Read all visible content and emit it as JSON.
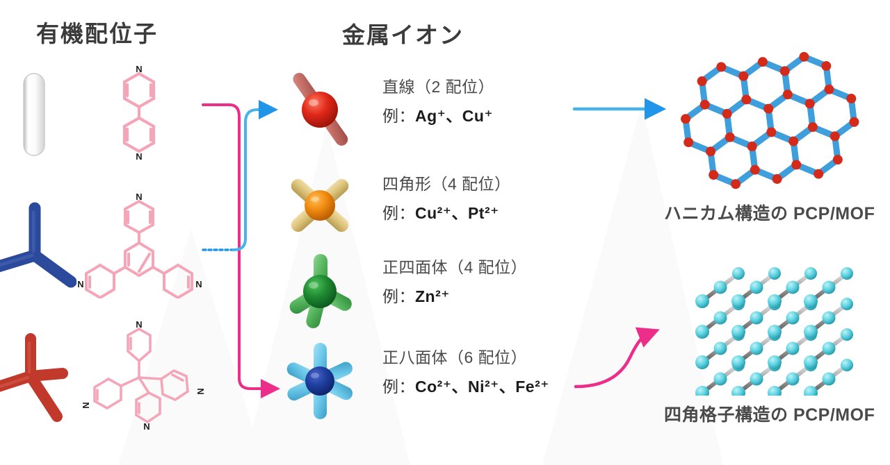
{
  "headings": {
    "ligand": "有機配位子",
    "metal": "金属イオン"
  },
  "metal_ions": [
    {
      "id": "linear",
      "geometry": "直線（2 配位）",
      "example_prefix": "例：",
      "examples": "Ag⁺、Cu⁺",
      "color": "#d8281c",
      "rod_color": "#c4706a",
      "glyph": "linear-metal-node-icon"
    },
    {
      "id": "square-planar",
      "geometry": "四角形（4 配位）",
      "example_prefix": "例：",
      "examples": "Cu²⁺、Pt²⁺",
      "color": "#ef8b12",
      "rod_color": "#e3c77e",
      "glyph": "square-planar-metal-node-icon"
    },
    {
      "id": "tetrahedral",
      "geometry": "正四面体（4 配位）",
      "example_prefix": "例：",
      "examples": "Zn²⁺",
      "color": "#1e7a34",
      "rod_color": "#5fbd6a",
      "glyph": "tetrahedral-metal-node-icon"
    },
    {
      "id": "octahedral",
      "geometry": "正八面体（6 配位）",
      "example_prefix": "例：",
      "examples": "Co²⁺、Ni²⁺、Fe²⁺",
      "color": "#1b3f9e",
      "rod_color": "#63c4e8",
      "glyph": "octahedral-metal-node-icon"
    }
  ],
  "ligands": [
    {
      "id": "linear-rod",
      "glyph": "linear-ligand-rod-icon",
      "color": "#e8e8e8"
    },
    {
      "id": "bipyridine",
      "glyph": "bipyridine-molecule-icon",
      "color": "#f4a6b8",
      "atom_labels": [
        "N",
        "N"
      ]
    },
    {
      "id": "tripodal-rod",
      "glyph": "tripodal-ligand-rod-icon",
      "color": "#2b4a9b"
    },
    {
      "id": "tripyridyl",
      "glyph": "tripyridylbenzene-molecule-icon",
      "color": "#f4a6b8",
      "atom_labels": [
        "N",
        "N",
        "N"
      ]
    },
    {
      "id": "tetrapodal-rod",
      "glyph": "tetrapodal-ligand-rod-icon",
      "color": "#c0392b"
    },
    {
      "id": "tetrapyridyl",
      "glyph": "tetrapyridylmethane-molecule-icon",
      "color": "#f4a6b8",
      "atom_labels": [
        "N",
        "N",
        "N",
        "N"
      ]
    }
  ],
  "products": [
    {
      "id": "honeycomb",
      "label": "ハニカム構造の PCP/MOF",
      "glyph": "honeycomb-framework-icon",
      "linker_color": "#3e9fdc",
      "node_color": "#d42a1a"
    },
    {
      "id": "square-lattice",
      "label": "四角格子構造の PCP/MOF",
      "glyph": "cubic-lattice-framework-icon",
      "linker_color": "#8a8a8a",
      "node_color": "#5fd3e0"
    }
  ],
  "arrows": [
    {
      "id": "ligand-to-linear-metal",
      "color": "#2196e8",
      "style": "curve-up",
      "glyph": "curved-arrow-icon"
    },
    {
      "id": "ligand-to-octahedral-metal",
      "color": "#ec2d8a",
      "style": "curve-down",
      "glyph": "curved-arrow-icon"
    },
    {
      "id": "linear-metal-to-honeycomb",
      "color": "#2196e8",
      "style": "straight",
      "glyph": "straight-arrow-icon"
    },
    {
      "id": "octahedral-metal-to-lattice",
      "color": "#ec2d8a",
      "style": "s-curve",
      "glyph": "curved-arrow-icon"
    }
  ],
  "colors": {
    "blue_accent": "#2196e8",
    "pink_accent": "#ec2d8a",
    "ligand_pink": "#f4a6b8",
    "text_gray": "#4a4a4a"
  }
}
